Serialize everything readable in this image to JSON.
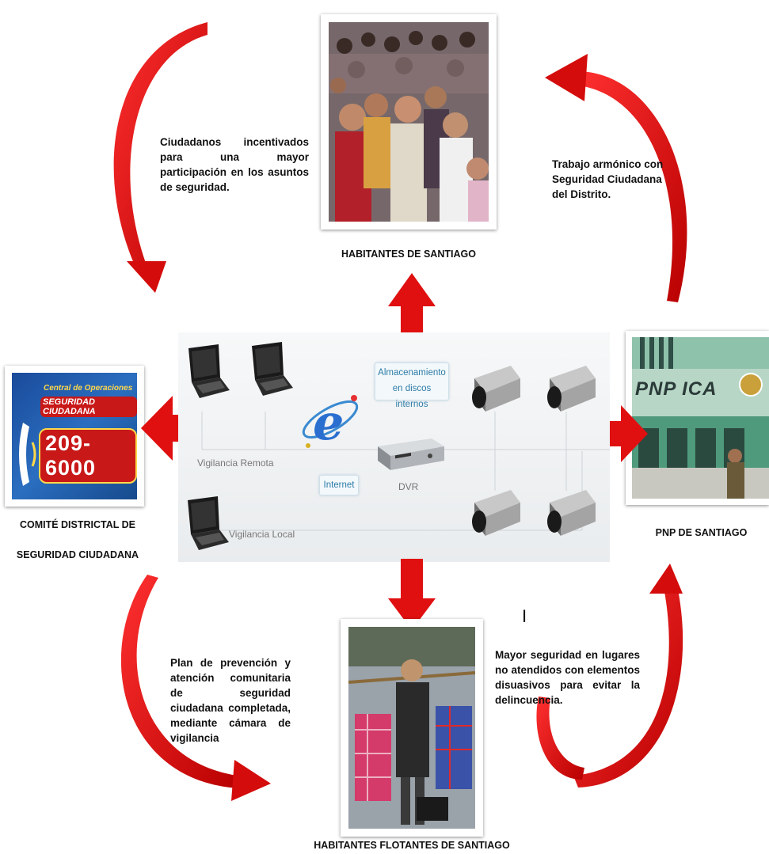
{
  "top_photo": {
    "caption": "HABITANTES DE SANTIAGO"
  },
  "bottom_photo": {
    "caption": "HABITANTES FLOTANTES DE SANTIAGO"
  },
  "left_photo": {
    "caption_line1": "COMITÉ DISTRICTAL DE",
    "caption_line2": "SEGURIDAD CIUDADANA",
    "sign_line1": "Central de Operaciones",
    "sign_line2": "SEGURIDAD CIUDADANA",
    "sign_phone": "209-6000"
  },
  "right_photo": {
    "caption": "PNP DE SANTIAGO",
    "sign_text": "PNP ICA"
  },
  "notes": {
    "top_left": "Ciudadanos incentivados para una mayor participación en los asuntos de seguridad.",
    "top_right": "Trabajo armónico con Seguridad Ciudadana del Distrito.",
    "bottom_left": "Plan de prevención y atención comunitaria de seguridad ciudadana completada, mediante cámara de vigilancia",
    "bottom_right": "Mayor seguridad en lugares no atendidos con elementos disuasivos para evitar la delincuencia.",
    "stray_mark": "I"
  },
  "network": {
    "remote_label": "Vigilancia Remota",
    "local_label": "Vigilancia Local",
    "internet_label": "Internet",
    "storage_label": "Almacenamiento en discos internos",
    "dvr_label": "DVR"
  },
  "colors": {
    "arrow_red": "#e01010",
    "link_blue": "#2d7ca8"
  }
}
